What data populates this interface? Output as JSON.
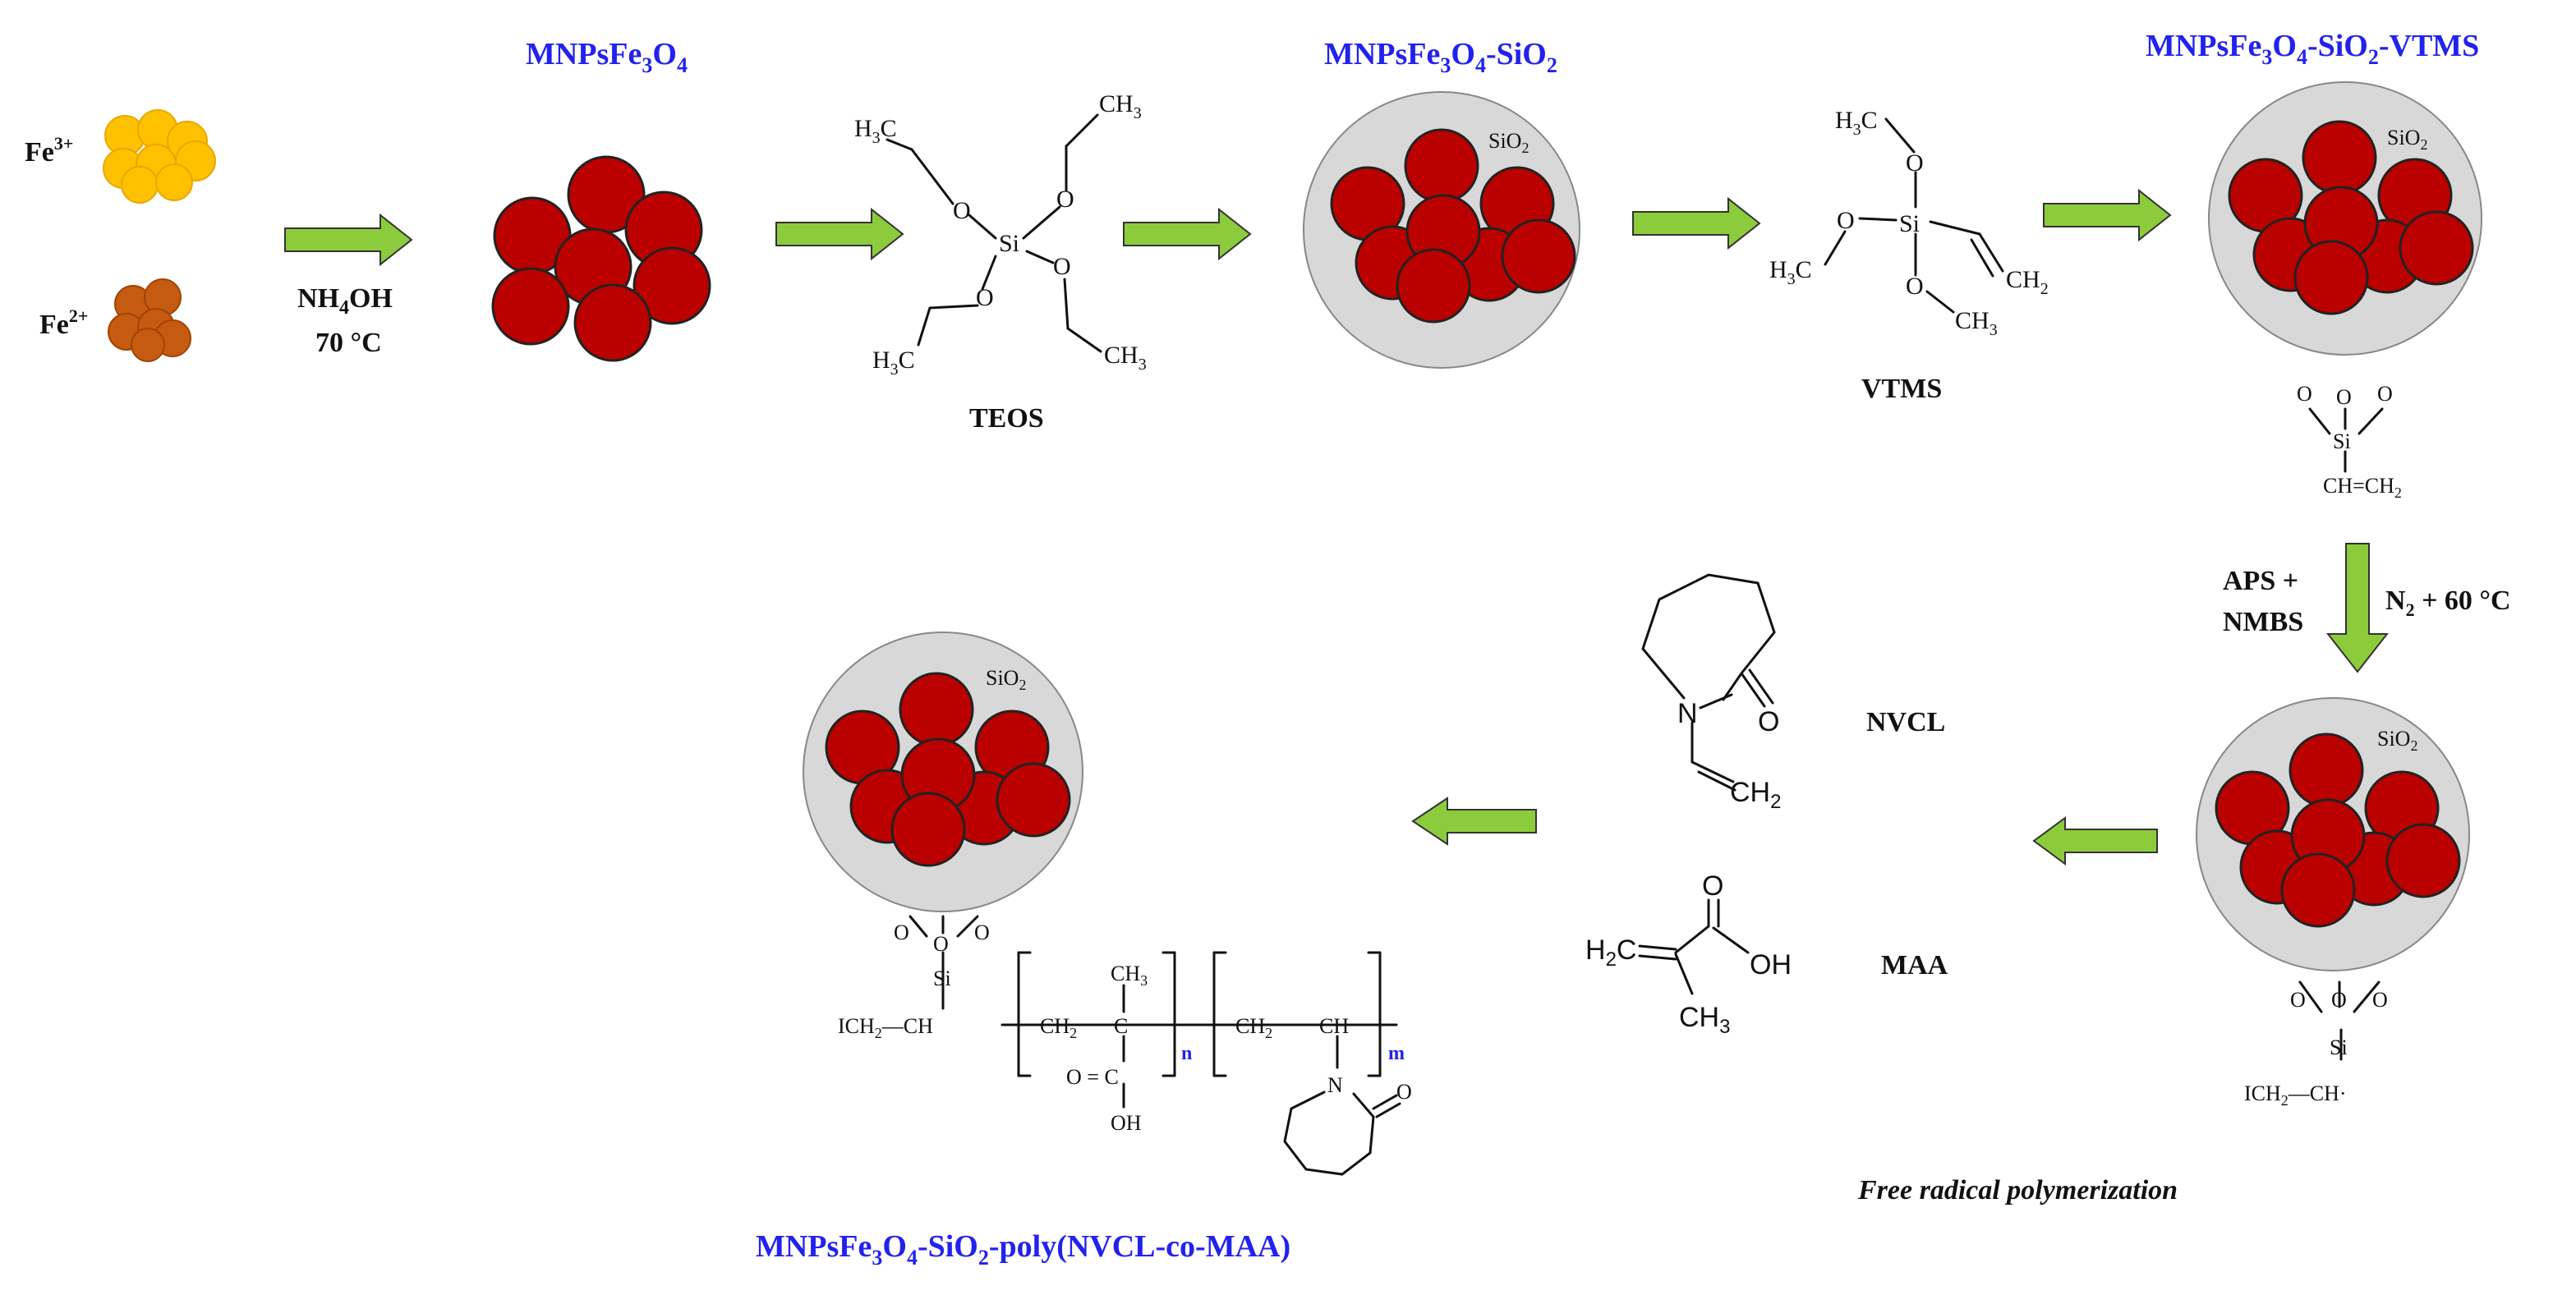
{
  "colors": {
    "title_blue": "#2222ee",
    "arrow_green": "#8ccc3c",
    "arrow_outline": "#333333",
    "particle_red": "#bb0000",
    "shell_gray": "#d8d8d8",
    "fe3_yellow": "#ffc000",
    "fe2_orange": "#c55a11"
  },
  "reactants": {
    "fe3_label": "Fe",
    "fe3_charge": "3+",
    "fe2_label": "Fe",
    "fe2_charge": "2+"
  },
  "step1": {
    "reagent": "NH",
    "reagent_sub": "4",
    "reagent_tail": "OH",
    "temperature": "70 °C"
  },
  "titles": {
    "mnp": {
      "a": "MNPsFe",
      "s1": "3",
      "b": "O",
      "s2": "4"
    },
    "mnp_sio2": {
      "a": "MNPsFe",
      "s1": "3",
      "b": "O",
      "s2": "4",
      "c": "-SiO",
      "s3": "2"
    },
    "mnp_sio2_vtms": {
      "a": "MNPsFe",
      "s1": "3",
      "b": "O",
      "s2": "4",
      "c": "-SiO",
      "s3": "2",
      "d": "-VTMS"
    },
    "final": {
      "a": "MNPsFe",
      "s1": "3",
      "b": "O",
      "s2": "4",
      "c": "-SiO",
      "s3": "2",
      "d": "-poly(NVCL-co-MAA)"
    }
  },
  "shell_label": {
    "text": "SiO",
    "sub": "2"
  },
  "teos": {
    "name": "TEOS",
    "si": "Si",
    "o": "O",
    "ch3": "CH",
    "ch3_sub": "3",
    "h3c": "H",
    "h3c_sub": "3",
    "h3c_tail": "C"
  },
  "vtms": {
    "name": "VTMS",
    "si": "Si",
    "o": "O",
    "ch2": "CH",
    "ch2_sub": "2",
    "ch3": "CH",
    "ch3_sub": "3",
    "h3c": "H",
    "h3c_sub": "3",
    "h3c_tail": "C"
  },
  "anchor": {
    "o": "O",
    "si": "Si",
    "vinyl": "CH",
    "vinyl_eq": "=",
    "vinyl_end": "CH",
    "vinyl_end_sub": "2",
    "radical_a": "ICH",
    "radical_sub": "2",
    "radical_b": "—CH·"
  },
  "step2": {
    "initiator_line1": "APS +",
    "initiator_line2": "NMBS",
    "conditions": "N",
    "conditions_sub": "2",
    "conditions_tail": " + 60 °C"
  },
  "monomers": {
    "nvcl_name": "NVCL",
    "nvcl_n": "N",
    "nvcl_o": "O",
    "nvcl_ch2": "CH",
    "nvcl_ch2_sub": "2",
    "maa_name": "MAA",
    "maa_h2c": "H",
    "maa_h2c_sub": "2",
    "maa_h2c_tail": "C",
    "maa_o": "O",
    "maa_oh": "OH",
    "maa_ch3": "CH",
    "maa_ch3_sub": "3"
  },
  "process_note": "Free radical polymerization",
  "copolymer": {
    "start_a": "ICH",
    "start_sub": "2",
    "start_b": "—CH",
    "ch2": "CH",
    "ch2_sub": "2",
    "c": "C",
    "ch3": "CH",
    "ch3_sub": "3",
    "carbonyl": "O = C",
    "oh": "OH",
    "ch": "CH",
    "n_sub": "n",
    "m_sub": "m",
    "ring_n": "N",
    "ring_o": "O"
  }
}
